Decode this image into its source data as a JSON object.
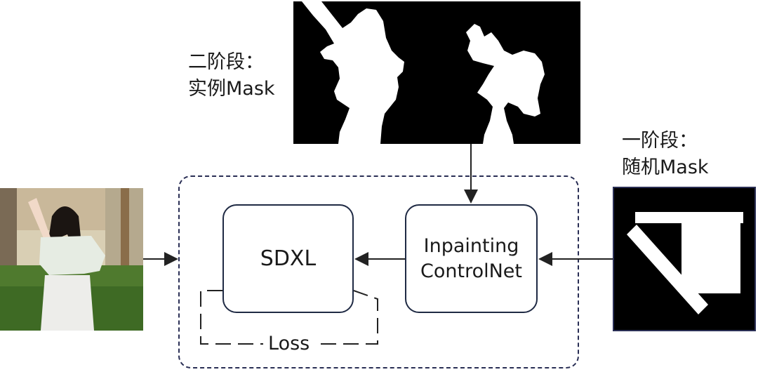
{
  "stage2_label": {
    "line1": "二阶段：",
    "line2": "实例Mask"
  },
  "stage1_label": {
    "line1": "一阶段：",
    "line2": "随机Mask"
  },
  "blocks": {
    "sdxl": "SDXL",
    "controlnet_line1": "Inpainting",
    "controlnet_line2": "ControlNet",
    "loss": "Loss"
  },
  "icons": {
    "instance_mask": "instance-mask-image",
    "random_mask": "random-mask-image",
    "input_photo": "input-photo"
  },
  "colors": {
    "box_border": "#1f2a44",
    "dashed_border": "#2a2f55",
    "arrow": "#222222"
  }
}
